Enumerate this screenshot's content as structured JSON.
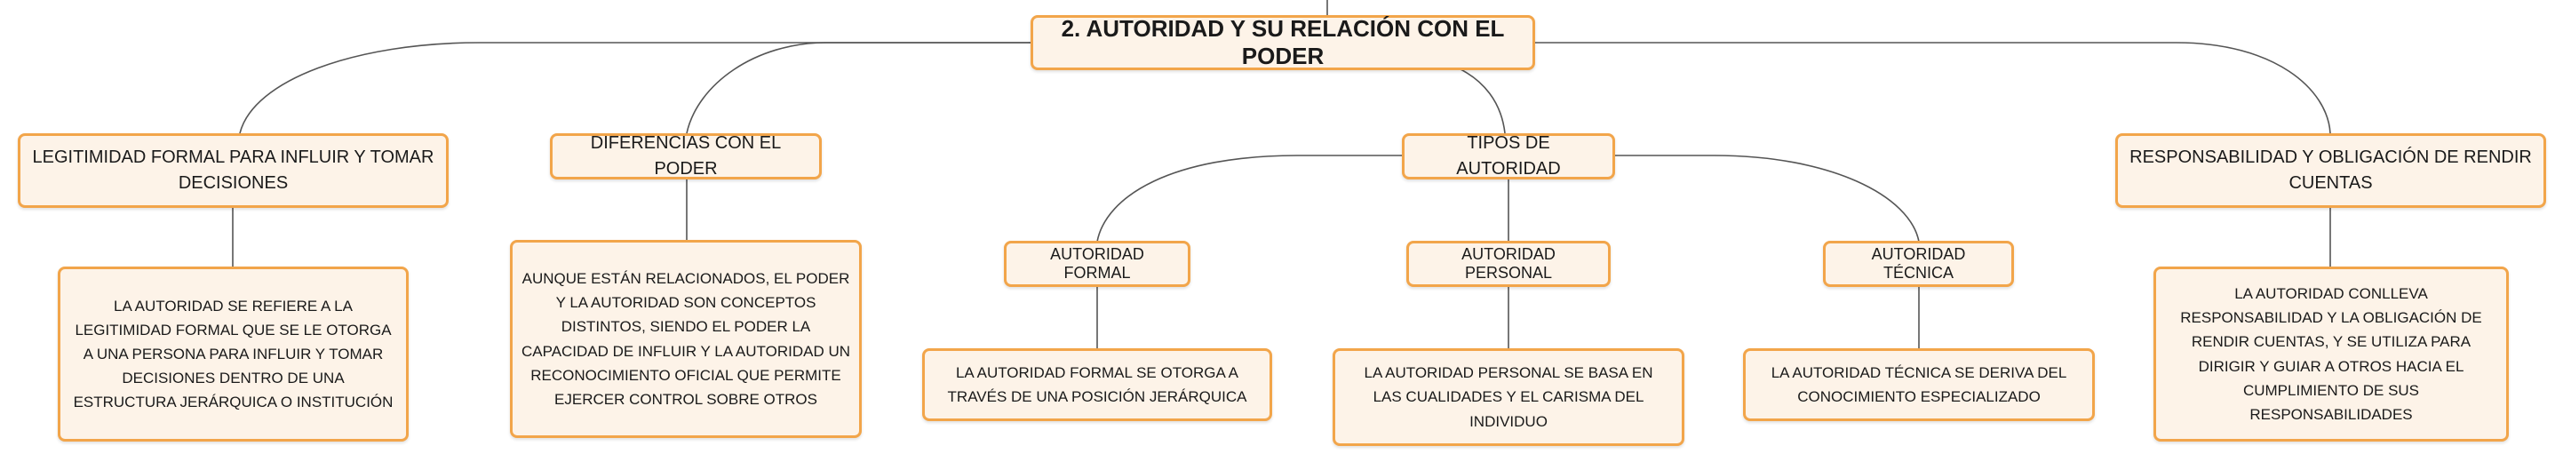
{
  "root": "2. AUTORIDAD Y SU RELACIÓN CON EL PODER",
  "branches": {
    "legitimidad": {
      "title": "LEGITIMIDAD FORMAL PARA INFLUIR Y TOMAR DECISIONES",
      "detail": "LA AUTORIDAD SE REFIERE A LA LEGITIMIDAD FORMAL QUE SE LE OTORGA A UNA PERSONA PARA INFLUIR Y TOMAR DECISIONES DENTRO DE UNA ESTRUCTURA JERÁRQUICA O INSTITUCIÓN"
    },
    "diferencias": {
      "title": "DIFERENCIAS CON EL PODER",
      "detail": "AUNQUE ESTÁN RELACIONADOS, EL PODER Y LA AUTORIDAD SON CONCEPTOS DISTINTOS, SIENDO EL PODER LA CAPACIDAD DE INFLUIR Y LA AUTORIDAD UN RECONOCIMIENTO OFICIAL QUE PERMITE EJERCER CONTROL SOBRE OTROS"
    },
    "tipos": {
      "title": "TIPOS DE AUTORIDAD",
      "formal": {
        "title": "AUTORIDAD FORMAL",
        "detail": "LA AUTORIDAD FORMAL SE OTORGA A TRAVÉS DE UNA POSICIÓN JERÁRQUICA"
      },
      "personal": {
        "title": "AUTORIDAD PERSONAL",
        "detail": "LA AUTORIDAD PERSONAL SE BASA EN LAS CUALIDADES Y EL CARISMA DEL INDIVIDUO"
      },
      "tecnica": {
        "title": "AUTORIDAD TÉCNICA",
        "detail": "LA AUTORIDAD TÉCNICA SE DERIVA DEL CONOCIMIENTO ESPECIALIZADO"
      }
    },
    "responsabilidad": {
      "title": "RESPONSABILIDAD Y OBLIGACIÓN DE RENDIR CUENTAS",
      "detail": "LA AUTORIDAD CONLLEVA RESPONSABILIDAD Y LA OBLIGACIÓN DE RENDIR CUENTAS, Y SE UTILIZA PARA DIRIGIR Y GUIAR A OTROS HACIA EL CUMPLIMIENTO DE SUS RESPONSABILIDADES"
    }
  },
  "colors": {
    "node_fill": "#fdf3e8",
    "node_border": "#f2a54a",
    "connector": "#555555"
  }
}
